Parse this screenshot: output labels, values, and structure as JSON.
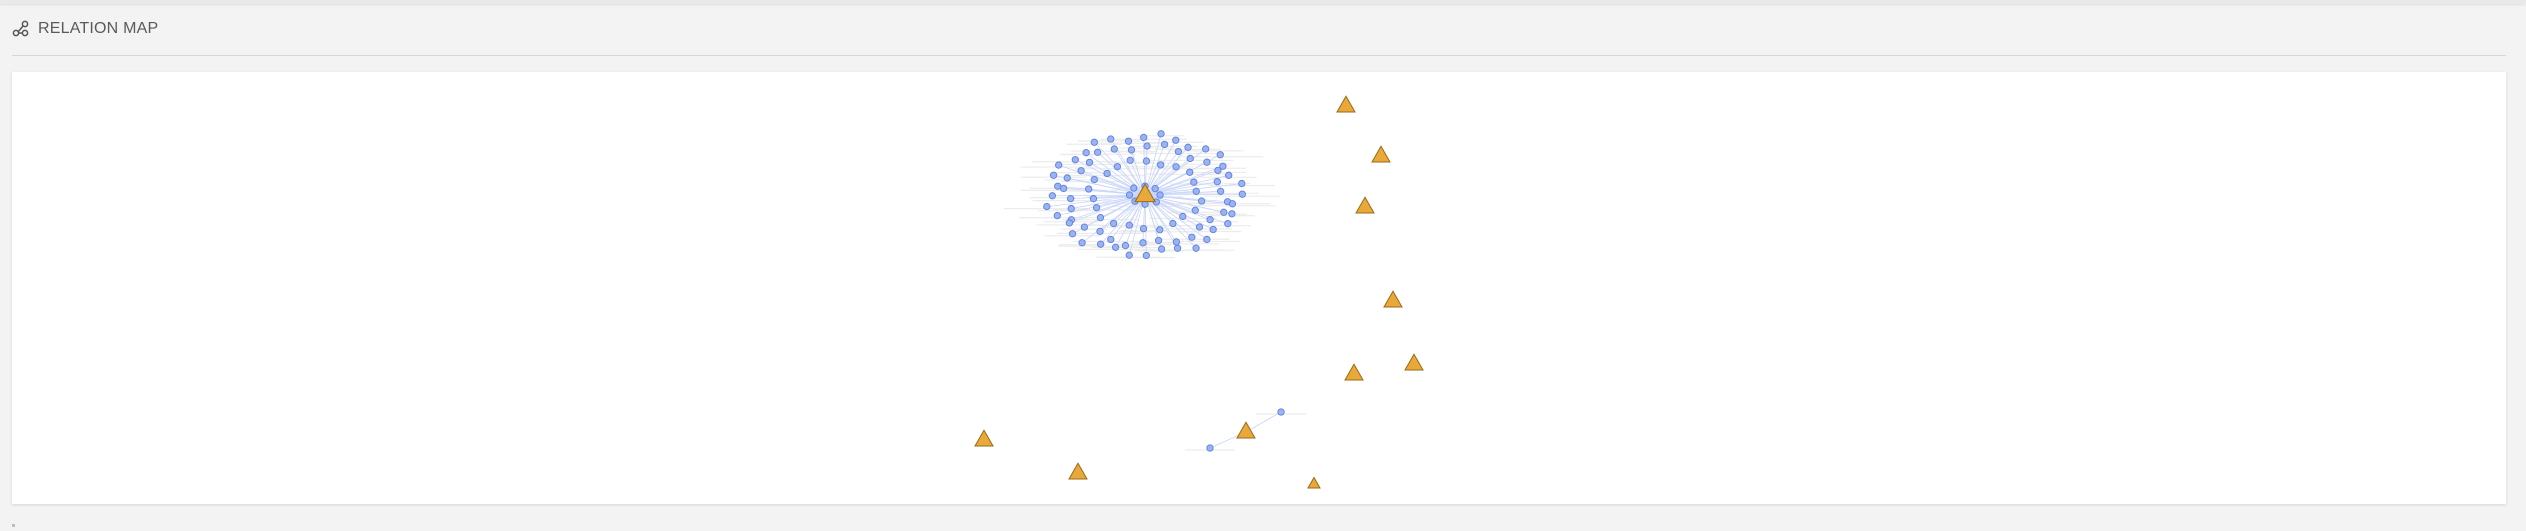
{
  "header": {
    "title": "RELATION MAP",
    "icon": "relation-graph-icon"
  },
  "colors": {
    "hub": "#e8a93a",
    "hub_stroke": "#9b6a14",
    "node": "#9ab3f2",
    "node_stroke": "#5f7fd9",
    "edge": "#c9d6fb",
    "label_line": "#ececec",
    "background": "#ffffff",
    "page": "#f3f3f3"
  },
  "map": {
    "main_hub": {
      "id": "hub-main",
      "satellite_count": 96
    },
    "other_hubs": [
      {
        "id": "hub-2"
      },
      {
        "id": "hub-3"
      },
      {
        "id": "hub-4"
      },
      {
        "id": "hub-5"
      },
      {
        "id": "hub-6"
      },
      {
        "id": "hub-7"
      },
      {
        "id": "hub-8",
        "satellites": 2
      },
      {
        "id": "hub-9"
      },
      {
        "id": "hub-10"
      },
      {
        "id": "hub-11"
      }
    ]
  }
}
